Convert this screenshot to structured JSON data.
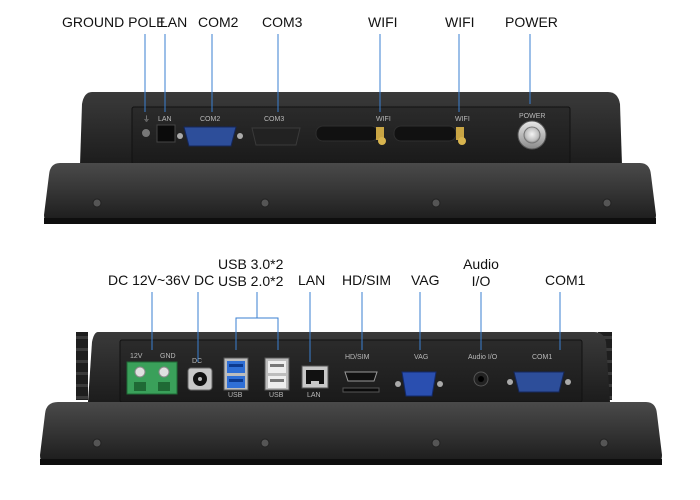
{
  "top_panel": {
    "callouts": {
      "ground_pole": "GROUND POLE",
      "lan": "LAN",
      "com2": "COM2",
      "com3": "COM3",
      "wifi_1": "WIFI",
      "wifi_2": "WIFI",
      "power": "POWER"
    },
    "silkscreen": {
      "ground": "⏚",
      "lan": "LAN",
      "com2": "COM2",
      "com3": "COM3",
      "wifi_1": "WIFI",
      "wifi_2": "WIFI",
      "power": "POWER"
    }
  },
  "bottom_panel": {
    "callouts": {
      "dc": "DC 12V~36V DC",
      "usb_line1": "USB 3.0*2",
      "usb_line2": "USB 2.0*2",
      "lan": "LAN",
      "hd_sim": "HD/SIM",
      "vag": "VAG",
      "audio_line1": "Audio",
      "audio_line2": "I/O",
      "com1": "COM1"
    },
    "silkscreen": {
      "v12": "12V",
      "gnd": "GND",
      "dc": "DC",
      "usb_1": "USB",
      "usb_2": "USB",
      "lan": "LAN",
      "hd_sim": "HD/SIM",
      "vag": "VAG",
      "audio": "Audio I/O",
      "com1": "COM1"
    }
  },
  "colors": {
    "callout_line": "#3a7fd0",
    "chassis": "#2a2a2a",
    "usb3_blue": "#2f6fd6",
    "terminal_green": "#3aa05a",
    "vga_blue": "#2a4fb0",
    "db9_blue": "#2d4e9a"
  }
}
